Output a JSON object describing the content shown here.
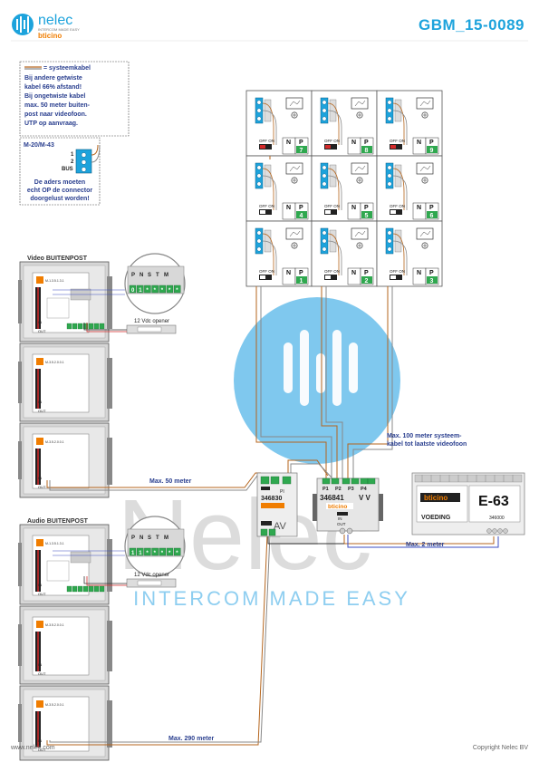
{
  "header": {
    "logo_text": "nelec",
    "logo_tagline": "INTERCOM MADE EASY",
    "logo_brand": "bticino",
    "document_id": "GBM_15-0089"
  },
  "legend": {
    "title": "= systeemkabel",
    "lines": [
      "Bij andere getwiste",
      "kabel 66% afstand!",
      "Bij ongetwiste kabel",
      "max. 50 meter buiten-",
      "post naar videofoon.",
      "UTP op aanvraag."
    ]
  },
  "connector_note": {
    "model": "M-20/M-43",
    "pin1": "1",
    "pin2": "2",
    "bus": "BUS",
    "lines": [
      "De aders moeten",
      "echt OP de connector",
      "doorgelust worden!"
    ]
  },
  "monitor_grid": {
    "switch_label": "OFF ON",
    "n_label": "N",
    "p_label": "P",
    "numbers": [
      "7",
      "8",
      "9",
      "4",
      "5",
      "6",
      "1",
      "2",
      "3"
    ]
  },
  "video_station": {
    "title": "Video BUITENPOST",
    "terminals": [
      "P",
      "N",
      "S",
      "T",
      "M"
    ],
    "values": [
      "0",
      "1",
      "*",
      "*",
      "*",
      "*",
      "*"
    ],
    "opener": "12 Vdc opener",
    "module_codes": [
      "M-1.3.5.1.3.1",
      "M-3.5.2.0.0.1",
      "M-3.5.2.0.0.1"
    ],
    "in_label": "IN",
    "out_label": "OUT"
  },
  "audio_station": {
    "title": "Audio BUITENPOST",
    "terminals": [
      "P",
      "N",
      "S",
      "T",
      "M"
    ],
    "values": [
      "1",
      "1",
      "*",
      "*",
      "*",
      "*",
      "*"
    ],
    "opener": "12 Vdc opener",
    "module_codes": [
      "M-1.3.5.1.3.1",
      "M-3.5.2.0.0.1",
      "M-3.5.2.0.0.1"
    ],
    "in_label": "IN",
    "out_label": "OUT"
  },
  "av_module": {
    "code": "346830",
    "label": "AV",
    "p_label": "PI"
  },
  "distributor": {
    "code": "346841",
    "brand": "bticino",
    "vv": "V V",
    "ports": [
      "P1",
      "P2",
      "P3",
      "P4"
    ],
    "in": "IN",
    "out": "OUT"
  },
  "power_supply": {
    "brand": "bticino",
    "model": "E-63",
    "label": "VOEDING",
    "code": "346000"
  },
  "cable_notes": {
    "video_distance": "Max. 50 meter",
    "audio_distance": "Max. 290 meter",
    "supply_distance": "Max. 2 meter",
    "system_cable_line1": "Max. 100 meter systeem-",
    "system_cable_line2": "kabel tot laatste videofoon"
  },
  "watermark": {
    "big": "Nelec",
    "tagline": "INTERCOM MADE EASY"
  },
  "footer": {
    "left": "www.nelec.com",
    "right": "Copyright Nelec BV"
  },
  "colors": {
    "accent": "#1da3dc",
    "blue_text": "#2a3f8f",
    "cable_brown": "#b5651d",
    "cable_gray": "#8a8a8a",
    "cable_blue": "#3b4cc0",
    "red": "#d42a2a",
    "green_term": "#2fa84f",
    "bticino_orange": "#f07d00"
  }
}
